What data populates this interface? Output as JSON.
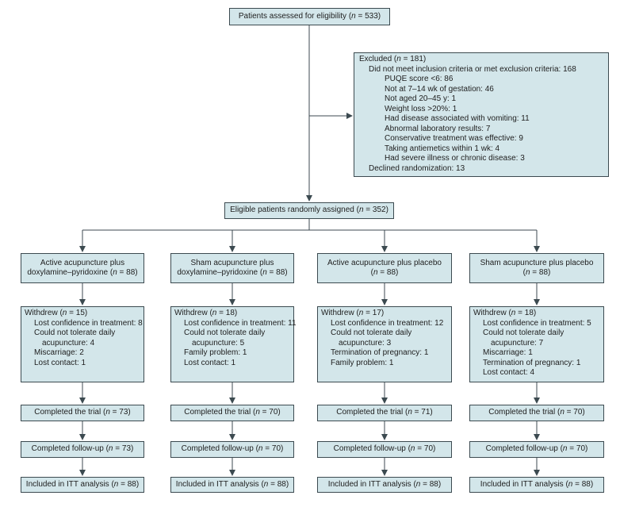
{
  "assessed": {
    "pre": "Patients assessed for eligibility (",
    "n_var": "n",
    "post": " = 533)"
  },
  "excluded": {
    "title": {
      "pre": "Excluded (",
      "n_var": "n",
      "post": " = 181)"
    },
    "criteria": "Did not meet inclusion criteria or met exclusion criteria: 168",
    "reasons": [
      "PUQE score <6: 86",
      "Not at 7–14 wk of gestation: 46",
      "Not aged 20–45 y: 1",
      "Weight loss >20%: 1",
      "Had disease associated with vomiting: 11",
      "Abnormal laboratory results: 7",
      "Conservative treatment was effective: 9",
      "Taking antiemetics within 1 wk: 4",
      "Had severe illness or chronic disease: 3"
    ],
    "declined": "Declined randomization: 13"
  },
  "randomized": {
    "pre": "Eligible patients randomly assigned (",
    "n_var": "n",
    "post": " = 352)"
  },
  "arms": [
    {
      "name_line1": "Active acupuncture plus",
      "name_line2_pre": "doxylamine–pyridoxine (",
      "name_line2_post": " = 88)",
      "withdrew": {
        "pre": "Withdrew (",
        "post": " = 15)"
      },
      "reasons": [
        {
          "text": "Lost confidence in treatment: 8",
          "level": 1
        },
        {
          "text": "Could not tolerate daily",
          "level": 1
        },
        {
          "text": "acupuncture: 4",
          "level": 2
        },
        {
          "text": "Miscarriage: 2",
          "level": 1
        },
        {
          "text": "Lost contact: 1",
          "level": 1
        }
      ],
      "completed": {
        "pre": "Completed the trial (",
        "post": " = 73)"
      },
      "followup": {
        "pre": "Completed follow-up (",
        "post": " = 73)"
      },
      "itt": {
        "pre": "Included in ITT analysis (",
        "post": " = 88)"
      }
    },
    {
      "name_line1": "Sham acupuncture plus",
      "name_line2_pre": "doxylamine–pyridoxine (",
      "name_line2_post": " = 88)",
      "withdrew": {
        "pre": "Withdrew (",
        "post": " = 18)"
      },
      "reasons": [
        {
          "text": "Lost confidence in treatment: 11",
          "level": 1
        },
        {
          "text": "Could not tolerate daily",
          "level": 1
        },
        {
          "text": "acupuncture: 5",
          "level": 2
        },
        {
          "text": "Family problem: 1",
          "level": 1
        },
        {
          "text": "Lost contact: 1",
          "level": 1
        }
      ],
      "completed": {
        "pre": "Completed the trial (",
        "post": " = 70)"
      },
      "followup": {
        "pre": "Completed follow-up (",
        "post": " = 70)"
      },
      "itt": {
        "pre": "Included in ITT analysis (",
        "post": " = 88)"
      }
    },
    {
      "name_line1": "Active acupuncture plus placebo",
      "name_line2_pre": "(",
      "name_line2_post": " = 88)",
      "withdrew": {
        "pre": "Withdrew (",
        "post": " = 17)"
      },
      "reasons": [
        {
          "text": "Lost confidence in treatment: 12",
          "level": 1
        },
        {
          "text": "Could not tolerate daily",
          "level": 1
        },
        {
          "text": "acupuncture: 3",
          "level": 2
        },
        {
          "text": "Termination of pregnancy: 1",
          "level": 1
        },
        {
          "text": "Family problem: 1",
          "level": 1
        }
      ],
      "completed": {
        "pre": "Completed the trial (",
        "post": " = 71)"
      },
      "followup": {
        "pre": "Completed follow-up (",
        "post": " = 70)"
      },
      "itt": {
        "pre": "Included in ITT analysis (",
        "post": " = 88)"
      }
    },
    {
      "name_line1": "Sham acupuncture plus placebo",
      "name_line2_pre": "(",
      "name_line2_post": " = 88)",
      "withdrew": {
        "pre": "Withdrew (",
        "post": " = 18)"
      },
      "reasons": [
        {
          "text": "Lost confidence in treatment: 5",
          "level": 1
        },
        {
          "text": "Could not tolerate daily",
          "level": 1
        },
        {
          "text": "acupuncture: 7",
          "level": 2
        },
        {
          "text": "Miscarriage: 1",
          "level": 1
        },
        {
          "text": "Termination of pregnancy: 1",
          "level": 1
        },
        {
          "text": "Lost contact: 4",
          "level": 1
        }
      ],
      "completed": {
        "pre": "Completed the trial (",
        "post": " = 70)"
      },
      "followup": {
        "pre": "Completed follow-up (",
        "post": " = 70)"
      },
      "itt": {
        "pre": "Included in ITT analysis (",
        "post": " = 88)"
      }
    }
  ],
  "n_var": "n",
  "colors": {
    "box_fill": "#d3e6ea",
    "box_border": "#3c4a50",
    "arrow": "#3c4a50",
    "text": "#1e1e1e"
  }
}
